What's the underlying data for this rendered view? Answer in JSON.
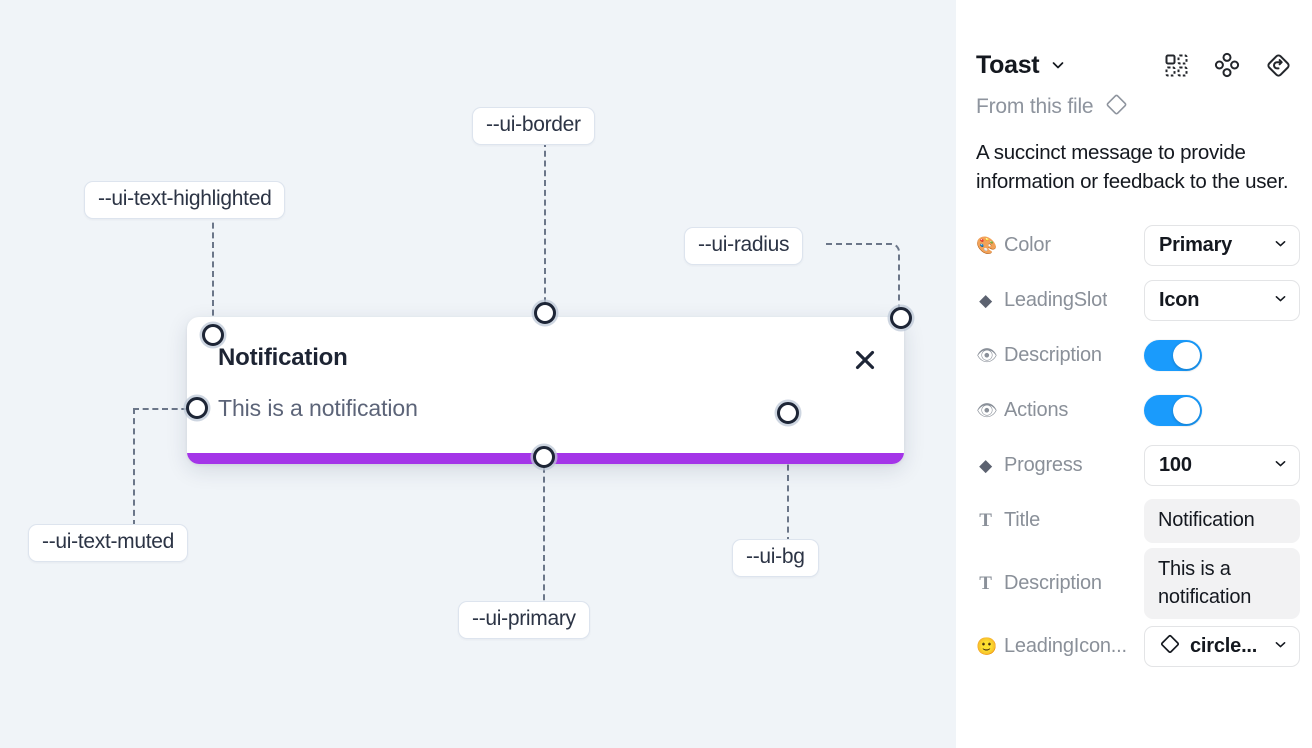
{
  "canvas": {
    "toast": {
      "title": "Notification",
      "description": "This is a notification",
      "close_icon": "close-icon",
      "progress_color": "#a435e8",
      "bg_color": "#ffffff",
      "radius": "12px"
    },
    "background_color": "#f0f4f8",
    "annotations": [
      {
        "id": "ui-text-highlighted",
        "label": "--ui-text-highlighted"
      },
      {
        "id": "ui-border",
        "label": "--ui-border"
      },
      {
        "id": "ui-radius",
        "label": "--ui-radius"
      },
      {
        "id": "ui-text-muted",
        "label": "--ui-text-muted"
      },
      {
        "id": "ui-primary",
        "label": "--ui-primary"
      },
      {
        "id": "ui-bg",
        "label": "--ui-bg"
      }
    ]
  },
  "panel": {
    "title": "Toast",
    "title_chevron_icon": "chevron-down-icon",
    "header_icons": [
      {
        "name": "component-icon"
      },
      {
        "name": "variants-icon"
      },
      {
        "name": "reset-icon"
      }
    ],
    "from_file": {
      "label": "From this file",
      "icon": "diamond-icon"
    },
    "summary": "A succinct message to provide information or feedback to the user.",
    "properties": [
      {
        "icon": "palette-emoji",
        "glyph": "🎨",
        "label": "Color",
        "type": "select",
        "value": "Primary"
      },
      {
        "icon": "diamond-glyph",
        "glyph": "◆",
        "label": "LeadingSlot",
        "type": "select",
        "value": "Icon"
      },
      {
        "icon": "eye-emoji",
        "glyph": "👁",
        "label": "Description",
        "type": "toggle",
        "value": "on"
      },
      {
        "icon": "eye-emoji",
        "glyph": "👁",
        "label": "Actions",
        "type": "toggle",
        "value": "on"
      },
      {
        "icon": "diamond-glyph",
        "glyph": "◆",
        "label": "Progress",
        "type": "select",
        "value": "100"
      },
      {
        "icon": "text-glyph",
        "glyph": "T",
        "label": "Title",
        "type": "text",
        "value": "Notification"
      },
      {
        "icon": "text-glyph",
        "glyph": "T",
        "label": "Description",
        "type": "text",
        "value": "This is a notification"
      },
      {
        "icon": "smiley-emoji",
        "glyph": "🙂",
        "label": "LeadingIcon...",
        "type": "icon-select",
        "value": "circle..."
      }
    ],
    "accent_color": "#1a9bfc"
  }
}
